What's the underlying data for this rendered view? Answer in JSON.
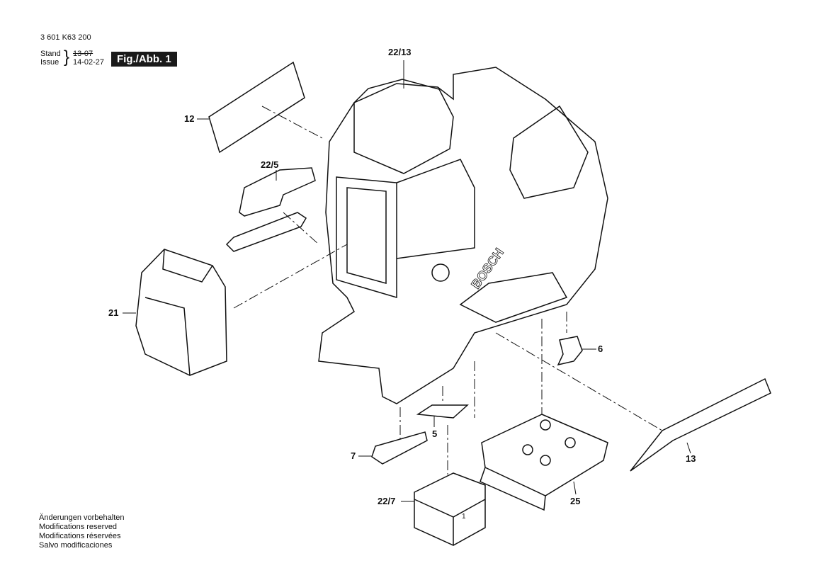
{
  "header": {
    "part_number": "3 601 K63 200",
    "stand_label": "Stand",
    "stand_value": "13-07",
    "issue_label": "Issue",
    "issue_value": "14-02-27",
    "figure_label": "Fig./Abb. 1"
  },
  "footer": {
    "lines": [
      "Änderungen vorbehalten",
      "Modifications reserved",
      "Modifications réservées",
      "Salvo modificaciones"
    ]
  },
  "parts": {
    "p22_13": "22/13",
    "p12": "12",
    "p22_5": "22/5",
    "p21": "21",
    "p6": "6",
    "p5": "5",
    "p7": "7",
    "p13": "13",
    "p22_7": "22/7",
    "p25": "25"
  },
  "device": {
    "brand": "BOSCH",
    "battery_mark": "1"
  }
}
